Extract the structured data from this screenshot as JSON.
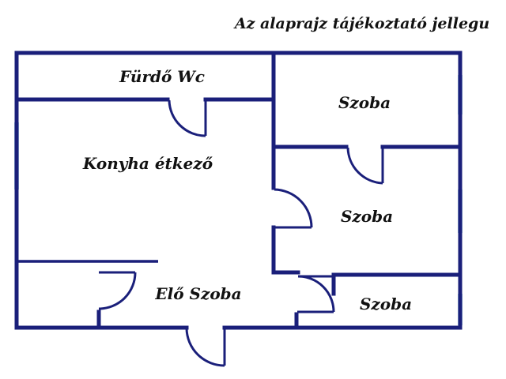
{
  "note": "Az alaprajz tájékoztató jellegu",
  "rooms": {
    "bathroom": "Fürdő Wc",
    "kitchen": "Konyha étkező",
    "room_top": "Szoba",
    "room_middle": "Szoba",
    "room_bottom": "Szoba",
    "hall": "Elő Szoba"
  },
  "colors": {
    "wall": "#1a1f7a",
    "window": "#a9cce3",
    "background": "#ffffff"
  }
}
